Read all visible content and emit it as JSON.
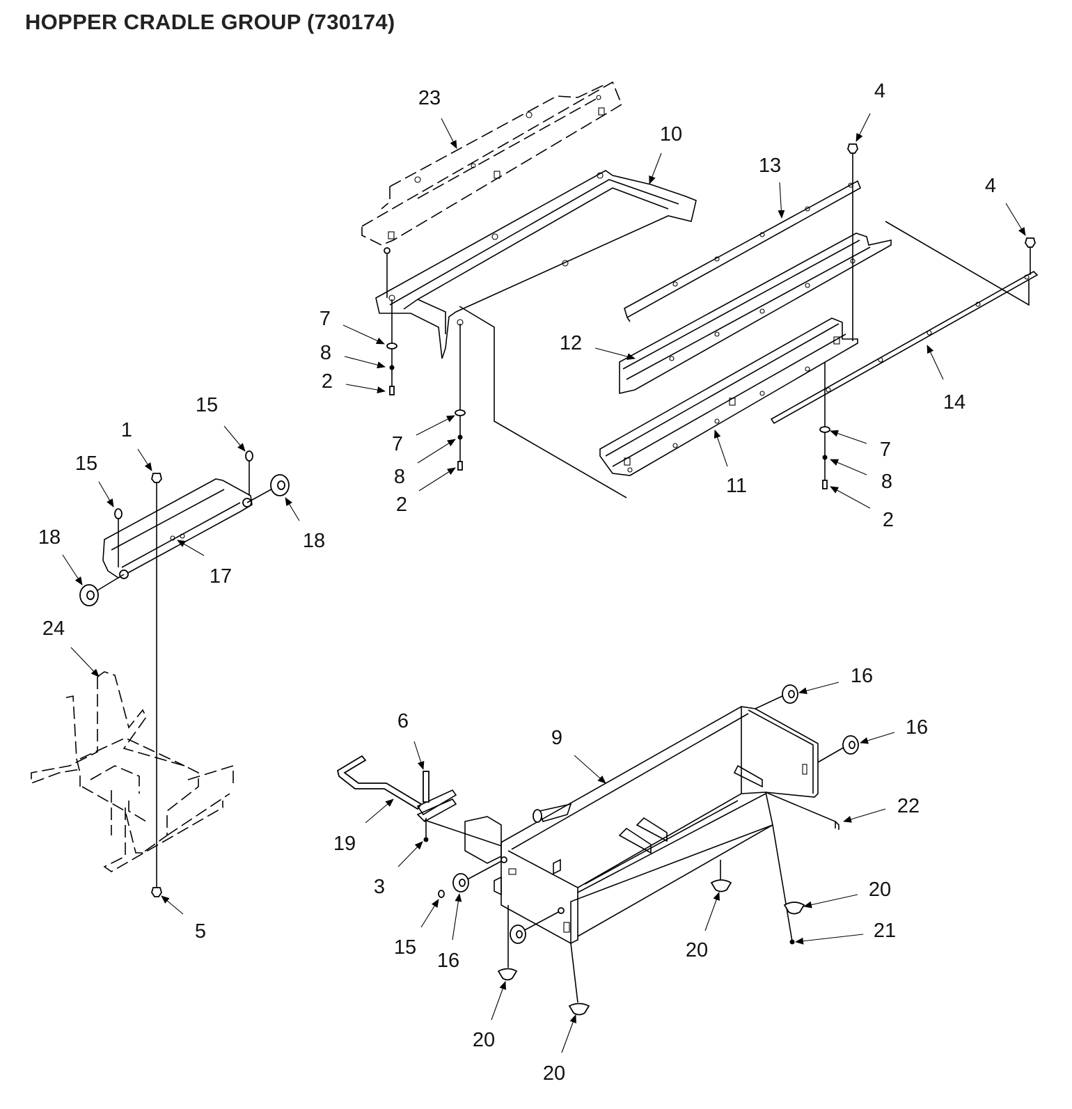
{
  "title": "HOPPER CRADLE GROUP (730174)",
  "callouts": [
    {
      "id": "c23",
      "text": "23"
    },
    {
      "id": "c10",
      "text": "10"
    },
    {
      "id": "c4a",
      "text": "4"
    },
    {
      "id": "c13",
      "text": "13"
    },
    {
      "id": "c4b",
      "text": "4"
    },
    {
      "id": "c7a",
      "text": "7"
    },
    {
      "id": "c8a",
      "text": "8"
    },
    {
      "id": "c2a",
      "text": "2"
    },
    {
      "id": "c12",
      "text": "12"
    },
    {
      "id": "c14",
      "text": "14"
    },
    {
      "id": "c7b",
      "text": "7"
    },
    {
      "id": "c8b",
      "text": "8"
    },
    {
      "id": "c2b",
      "text": "2"
    },
    {
      "id": "c11",
      "text": "11"
    },
    {
      "id": "c7c",
      "text": "7"
    },
    {
      "id": "c8c",
      "text": "8"
    },
    {
      "id": "c2c",
      "text": "2"
    },
    {
      "id": "c15a",
      "text": "15"
    },
    {
      "id": "c1",
      "text": "1"
    },
    {
      "id": "c15b",
      "text": "15"
    },
    {
      "id": "c18a",
      "text": "18"
    },
    {
      "id": "c18b",
      "text": "18"
    },
    {
      "id": "c17",
      "text": "17"
    },
    {
      "id": "c24",
      "text": "24"
    },
    {
      "id": "c5",
      "text": "5"
    },
    {
      "id": "c6",
      "text": "6"
    },
    {
      "id": "c9",
      "text": "9"
    },
    {
      "id": "c16a",
      "text": "16"
    },
    {
      "id": "c16b",
      "text": "16"
    },
    {
      "id": "c22",
      "text": "22"
    },
    {
      "id": "c19",
      "text": "19"
    },
    {
      "id": "c3",
      "text": "3"
    },
    {
      "id": "c20a",
      "text": "20"
    },
    {
      "id": "c21",
      "text": "21"
    },
    {
      "id": "c15c",
      "text": "15"
    },
    {
      "id": "c16c",
      "text": "16"
    },
    {
      "id": "c20b",
      "text": "20"
    },
    {
      "id": "c20c",
      "text": "20"
    },
    {
      "id": "c20d",
      "text": "20"
    }
  ]
}
